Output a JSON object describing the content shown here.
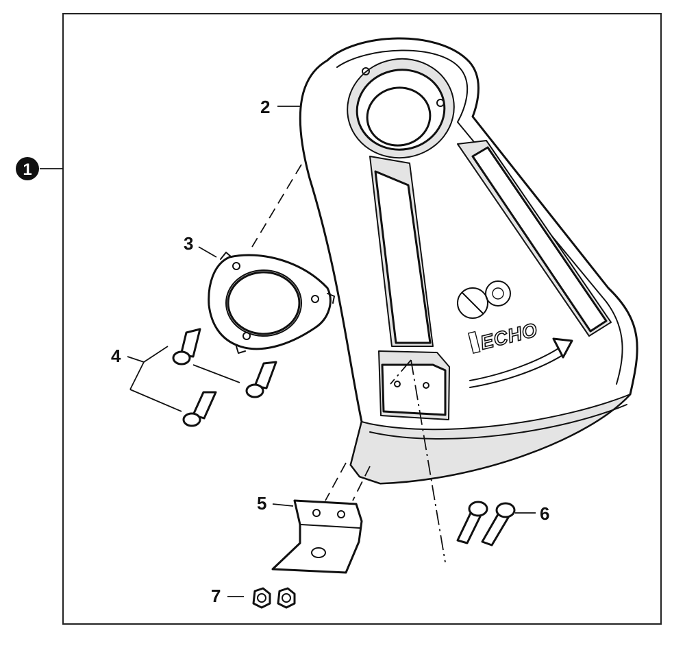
{
  "diagram": {
    "assembly_number": "1",
    "callouts": {
      "guard": "2",
      "plate": "3",
      "screws": "4",
      "bracket": "5",
      "bolts": "6",
      "nuts": "7"
    },
    "brand_label": "ECHO"
  }
}
